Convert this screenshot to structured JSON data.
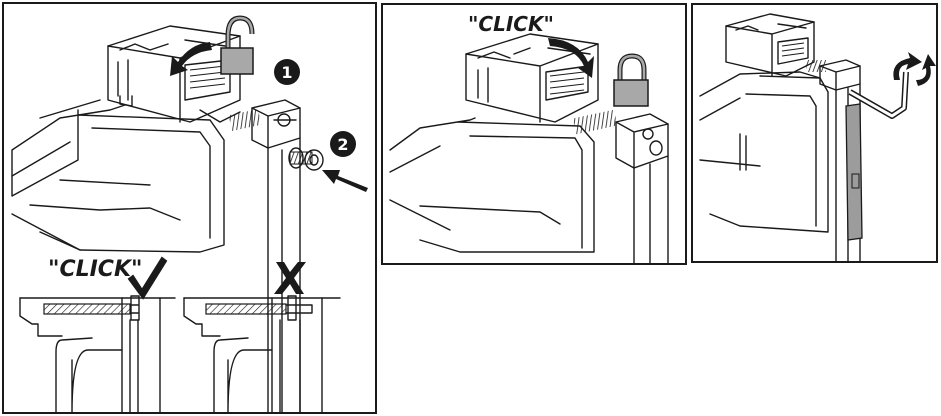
{
  "panels": [
    {
      "steps": [
        "1",
        "2"
      ],
      "click_label": "\"CLICK\"",
      "correct_mark": "check-icon",
      "incorrect_mark": "cross-icon"
    },
    {
      "click_label": "\"CLICK\""
    },
    {}
  ],
  "colors": {
    "ink": "#1a1a1a",
    "lock_gray": "#a8a8a8",
    "cover_gray": "#9c9c9c",
    "background": "#ffffff"
  }
}
